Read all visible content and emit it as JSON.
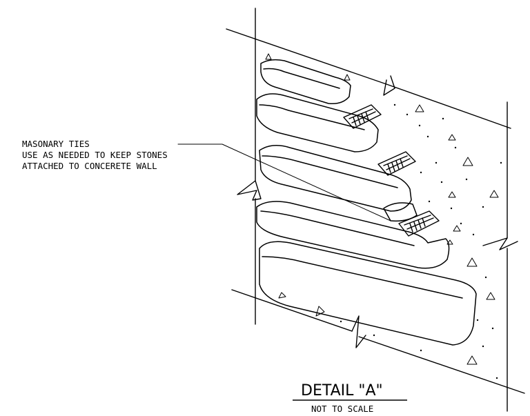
{
  "callout": {
    "line1": "MASONARY TIES",
    "line2": "USE AS NEEDED TO KEEP STONES",
    "line3": "ATTACHED TO CONCERETE WALL"
  },
  "title_block": {
    "title": "DETAIL \"A\"",
    "subtitle": "NOT TO SCALE"
  },
  "colors": {
    "ink": "#000000",
    "background": "#ffffff"
  }
}
